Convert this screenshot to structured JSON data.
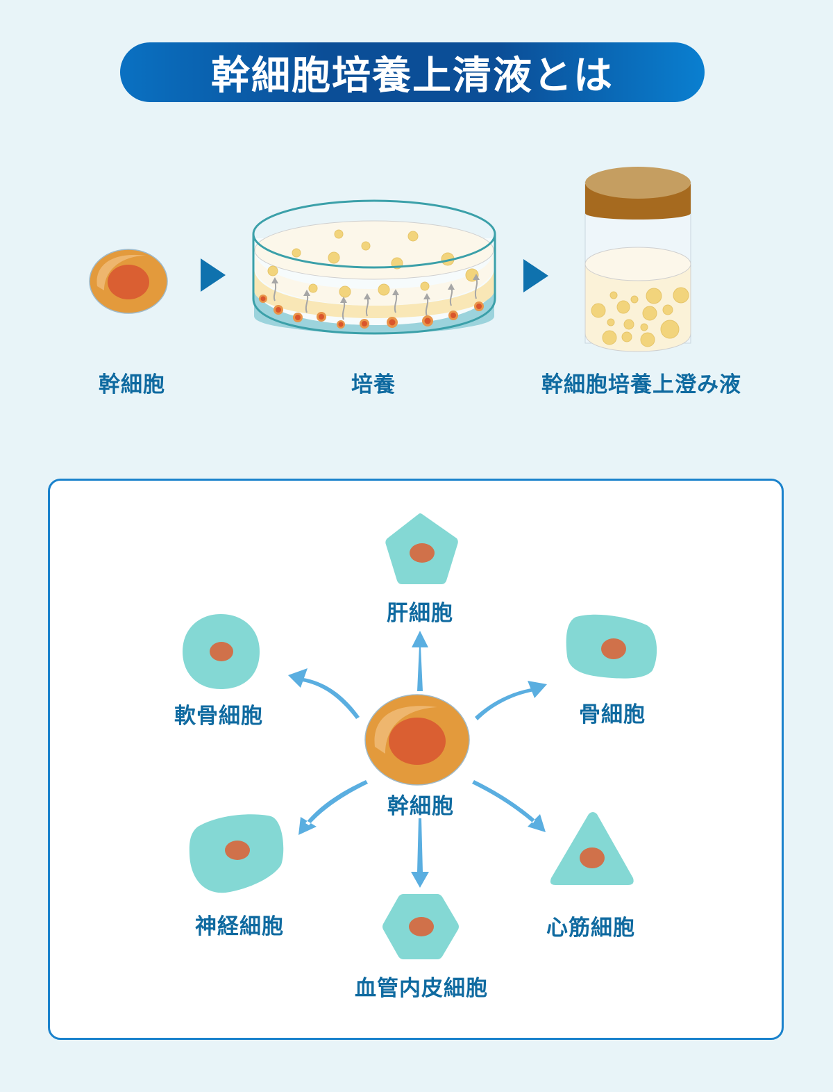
{
  "header": {
    "title": "幹細胞培養上清液とは"
  },
  "process": {
    "steps": [
      {
        "label": "幹細胞",
        "icon": "stem-cell-icon"
      },
      {
        "label": "培養",
        "icon": "petri-dish-icon"
      },
      {
        "label": "幹細胞培養上澄み液",
        "icon": "jar-icon"
      }
    ],
    "arrow_icon": "play-triangle-icon"
  },
  "differentiation": {
    "center": {
      "label": "幹細胞",
      "icon": "stem-cell-icon"
    },
    "cells": [
      {
        "label": "肝細胞",
        "shape": "pentagon"
      },
      {
        "label": "骨細胞",
        "shape": "blob"
      },
      {
        "label": "心筋細胞",
        "shape": "triangle"
      },
      {
        "label": "血管内皮細胞",
        "shape": "hexagon"
      },
      {
        "label": "神経細胞",
        "shape": "blob"
      },
      {
        "label": "軟骨細胞",
        "shape": "circle"
      }
    ]
  },
  "colors": {
    "background": "#e8f4f8",
    "title_bg": "#0b4e97",
    "label_text": "#0f6aa0",
    "arrow": "#5aaee0",
    "cell_teal": "#84d8d4",
    "nucleus": "#d0714a",
    "stem_outer": "#e39a3c",
    "stem_nucleus": "#da5f32"
  }
}
